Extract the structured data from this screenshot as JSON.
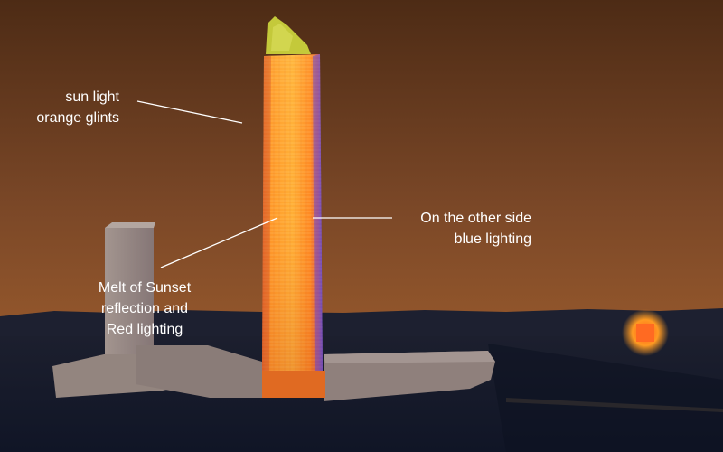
{
  "annotations": [
    {
      "id": "sun",
      "lines": [
        "sun light",
        "orange glints"
      ],
      "align": "right"
    },
    {
      "id": "blue",
      "lines": [
        "On the other side",
        "blue lighting"
      ],
      "align": "right"
    },
    {
      "id": "red",
      "lines": [
        "Melt of Sunset",
        "reflection and",
        "Red lighting"
      ],
      "align": "center"
    }
  ],
  "colors": {
    "sky_top": "#4f2d16",
    "sky_mid": "#8c5430",
    "sky_horizon": "#b06a34",
    "ground": "#151a2b",
    "tower_core": "#ff9a1e",
    "tower_edge_blue": "#5a4fd6",
    "tower_top": "#c8cc3a",
    "building": "#8c7f7f",
    "distant_light": "#ff8a1a",
    "label_text": "#ffffff",
    "leader_line": "#ffffff"
  }
}
